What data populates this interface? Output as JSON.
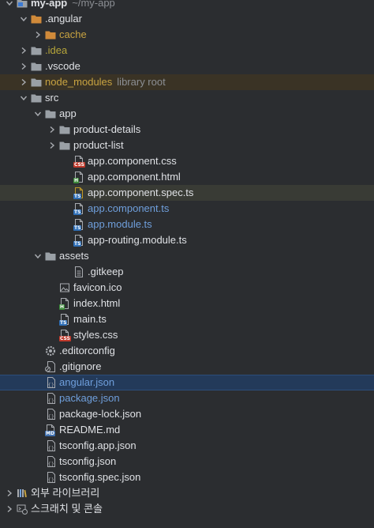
{
  "project": {
    "name": "my-app",
    "path": "~/my-app"
  },
  "tree": [
    {
      "label": "my-app",
      "hint": "~/my-app",
      "depth": 0,
      "kind": "project",
      "expanded": true
    },
    {
      "label": ".angular",
      "depth": 1,
      "kind": "folder-excluded",
      "expanded": true
    },
    {
      "label": "cache",
      "depth": 2,
      "kind": "folder-orange",
      "expanded": false,
      "style": "excluded"
    },
    {
      "label": ".idea",
      "depth": 1,
      "kind": "folder",
      "expanded": false,
      "style": "idea"
    },
    {
      "label": ".vscode",
      "depth": 1,
      "kind": "folder",
      "expanded": false
    },
    {
      "label": "node_modules",
      "hint": "library root",
      "depth": 1,
      "kind": "folder",
      "expanded": false,
      "style": "excluded",
      "row": "excluded"
    },
    {
      "label": "src",
      "depth": 1,
      "kind": "folder",
      "expanded": true
    },
    {
      "label": "app",
      "depth": 2,
      "kind": "folder",
      "expanded": true
    },
    {
      "label": "product-details",
      "depth": 3,
      "kind": "folder",
      "expanded": false
    },
    {
      "label": "product-list",
      "depth": 3,
      "kind": "folder",
      "expanded": false
    },
    {
      "label": "app.component.css",
      "depth": 4,
      "kind": "file-css"
    },
    {
      "label": "app.component.html",
      "depth": 4,
      "kind": "file-html"
    },
    {
      "label": "app.component.spec.ts",
      "depth": 4,
      "kind": "file-spec",
      "row": "hover"
    },
    {
      "label": "app.component.ts",
      "depth": 4,
      "kind": "file-ts",
      "style": "modified"
    },
    {
      "label": "app.module.ts",
      "depth": 4,
      "kind": "file-ts",
      "style": "modified"
    },
    {
      "label": "app-routing.module.ts",
      "depth": 4,
      "kind": "file-ts"
    },
    {
      "label": "assets",
      "depth": 2,
      "kind": "folder",
      "expanded": true
    },
    {
      "label": ".gitkeep",
      "depth": 4,
      "kind": "file-text"
    },
    {
      "label": "favicon.ico",
      "depth": 3,
      "kind": "file-image"
    },
    {
      "label": "index.html",
      "depth": 3,
      "kind": "file-html"
    },
    {
      "label": "main.ts",
      "depth": 3,
      "kind": "file-ts"
    },
    {
      "label": "styles.css",
      "depth": 3,
      "kind": "file-css"
    },
    {
      "label": ".editorconfig",
      "depth": 2,
      "kind": "file-gear"
    },
    {
      "label": ".gitignore",
      "depth": 2,
      "kind": "file-git"
    },
    {
      "label": "angular.json",
      "depth": 2,
      "kind": "file-json",
      "style": "modified",
      "row": "selected"
    },
    {
      "label": "package.json",
      "depth": 2,
      "kind": "file-json",
      "style": "modified"
    },
    {
      "label": "package-lock.json",
      "depth": 2,
      "kind": "file-json"
    },
    {
      "label": "README.md",
      "depth": 2,
      "kind": "file-md"
    },
    {
      "label": "tsconfig.app.json",
      "depth": 2,
      "kind": "file-json"
    },
    {
      "label": "tsconfig.json",
      "depth": 2,
      "kind": "file-json"
    },
    {
      "label": "tsconfig.spec.json",
      "depth": 2,
      "kind": "file-json"
    },
    {
      "label": "외부 라이브러리",
      "depth": 0,
      "kind": "external-libraries",
      "expanded": false
    },
    {
      "label": "스크래치 및 콘솔",
      "depth": 0,
      "kind": "scratches",
      "expanded": false
    }
  ],
  "badges": {
    "css": "CSS",
    "ts": "TS",
    "html": "H",
    "md": "MD",
    "spec": "TS"
  },
  "colors": {
    "background": "#2b2d30",
    "text": "#dfe1e5",
    "excluded": "#c8a341",
    "modified": "#6f9fdc",
    "selected_row": "#233a5a",
    "folder": "#9aa0a6",
    "excluded_folder": "#d08a3a"
  }
}
